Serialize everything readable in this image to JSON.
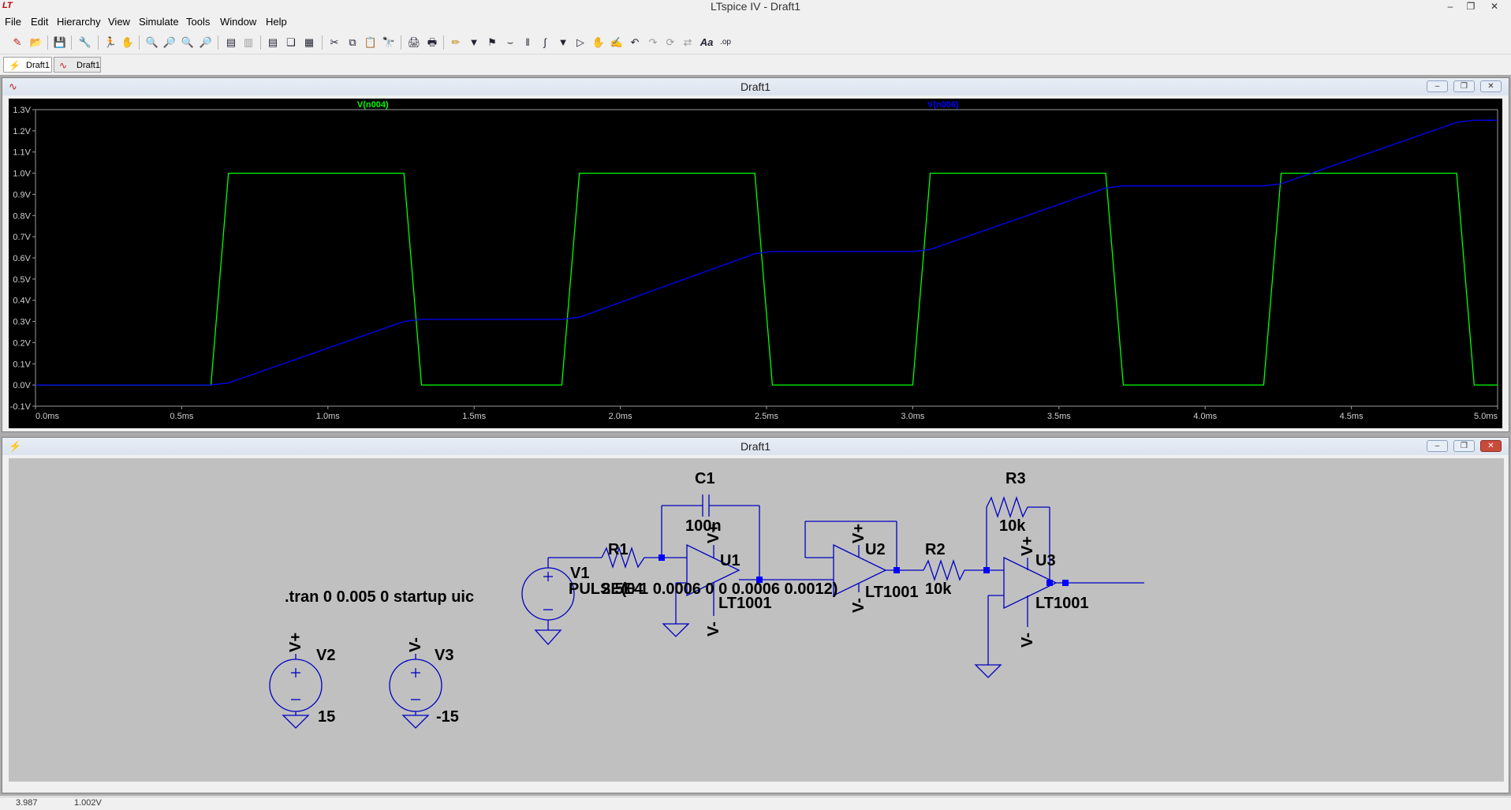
{
  "window": {
    "title": "LTspice IV - Draft1",
    "app_icon": "LT"
  },
  "menu": [
    "File",
    "Edit",
    "Hierarchy",
    "View",
    "Simulate",
    "Tools",
    "Window",
    "Help"
  ],
  "tabs": [
    {
      "label": "Draft1",
      "icon": "schematic-icon"
    },
    {
      "label": "Draft1",
      "icon": "waveform-icon"
    }
  ],
  "waveform_window": {
    "title": "Draft1"
  },
  "schematic_window": {
    "title": "Draft1"
  },
  "chart_data": {
    "type": "line",
    "title": "",
    "xlabel": "",
    "ylabel": "",
    "xlim": [
      0,
      5.0
    ],
    "ylim": [
      -0.1,
      1.3
    ],
    "x_ticks": [
      "0.0ms",
      "0.5ms",
      "1.0ms",
      "1.5ms",
      "2.0ms",
      "2.5ms",
      "3.0ms",
      "3.5ms",
      "4.0ms",
      "4.5ms",
      "5.0ms"
    ],
    "y_ticks": [
      "-0.1V",
      "0.0V",
      "0.1V",
      "0.2V",
      "0.3V",
      "0.4V",
      "0.5V",
      "0.6V",
      "0.7V",
      "0.8V",
      "0.9V",
      "1.0V",
      "1.1V",
      "1.2V",
      "1.3V"
    ],
    "background": "#000000",
    "series": [
      {
        "name": "V(n004)",
        "color": "#00ff00",
        "x": [
          0,
          0.6,
          0.66,
          1.26,
          1.32,
          1.8,
          1.86,
          2.46,
          2.52,
          3.0,
          3.06,
          3.66,
          3.72,
          4.2,
          4.26,
          4.86,
          4.92,
          5.0
        ],
        "y": [
          0,
          0,
          1,
          1,
          0,
          0,
          1,
          1,
          0,
          0,
          1,
          1,
          0,
          0,
          1,
          1,
          0,
          0
        ]
      },
      {
        "name": "V(n006)",
        "color": "#0000ff",
        "x": [
          0,
          0.6,
          0.66,
          1.26,
          1.32,
          1.8,
          1.86,
          2.46,
          2.52,
          3.0,
          3.06,
          3.66,
          3.72,
          4.2,
          4.26,
          4.86,
          4.92,
          5.0
        ],
        "y": [
          0,
          0,
          0.01,
          0.3,
          0.31,
          0.31,
          0.32,
          0.62,
          0.63,
          0.63,
          0.64,
          0.93,
          0.94,
          0.94,
          0.95,
          1.24,
          1.25,
          1.25
        ]
      }
    ]
  },
  "schematic": {
    "directive": ".tran 0 0.005 0 startup uic",
    "components": {
      "c1": {
        "ref": "C1",
        "value": "100n"
      },
      "r1": {
        "ref": "R1",
        "value": "2.5E4"
      },
      "r2": {
        "ref": "R2",
        "value": "10k"
      },
      "r3": {
        "ref": "R3",
        "value": "10k"
      },
      "v1": {
        "ref": "V1",
        "value": "PULSE(0 1 0.0006 0 0 0.0006 0.0012)"
      },
      "v2": {
        "ref": "V2",
        "value": "15",
        "net": "V+"
      },
      "v3": {
        "ref": "V3",
        "value": "-15",
        "net": "V-"
      },
      "u1": {
        "ref": "U1",
        "part": "LT1001"
      },
      "u2": {
        "ref": "U2",
        "part": "LT1001"
      },
      "u3": {
        "ref": "U3",
        "part": "LT1001"
      }
    },
    "net_vplus": "V+",
    "net_vminus": "V-"
  },
  "status": {
    "left": "3.987",
    "right": "1.002V"
  },
  "colors": {
    "accent": "#0000c0",
    "wire": "#0000c0",
    "plot_bg": "#000000",
    "schematic_bg": "#c0c0c0"
  }
}
